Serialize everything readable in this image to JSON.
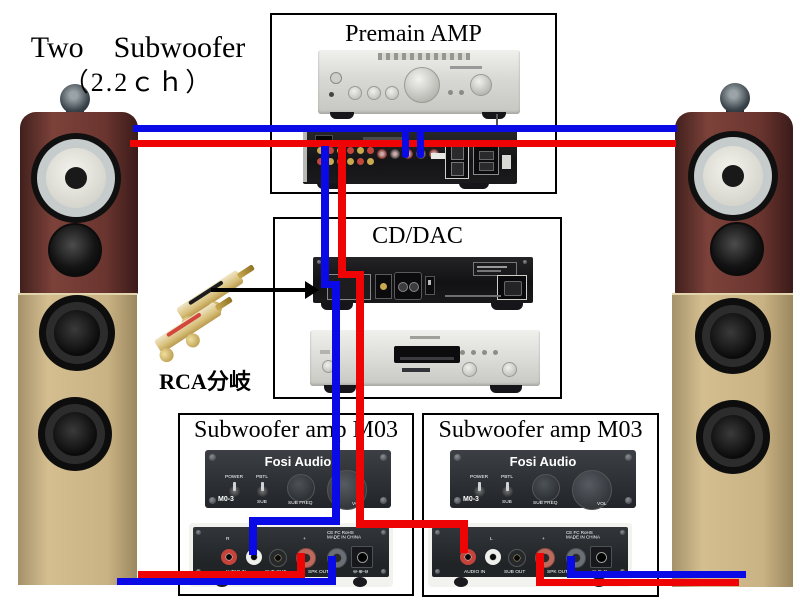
{
  "colors": {
    "wire_blue": "#0a0ae6",
    "wire_red": "#ee0404",
    "box_border": "#000000",
    "rosewood": "#6a332d",
    "tan": "#c9b283",
    "fosi_panel": "#2e3236",
    "silver": "#d8d8d4"
  },
  "title": {
    "line1": "Two　Subwoofer",
    "line2": "（2.2ｃｈ）"
  },
  "premain": {
    "label": "Premain AMP"
  },
  "cddac": {
    "label": "CD/DAC"
  },
  "sub_left": {
    "label": "Subwoofer amp M03"
  },
  "sub_right": {
    "label": "Subwoofer amp M03"
  },
  "rca": {
    "label": "RCA分岐"
  },
  "fosi": {
    "brand": "Fosi Audio",
    "model": "M0-3",
    "power": "POWER",
    "pbtl": "PBTL",
    "sub": "SUB",
    "sub_freq": "SUB FREQ",
    "vol": "VOL",
    "right": "R",
    "left": "L",
    "plus": "+",
    "minus": "-",
    "audio_in": "AUDIO IN",
    "sub_out": "SUB OUT",
    "spk_out": "SPK OUT",
    "cert": "CE FC RoHS",
    "made": "MADE IN CHINA",
    "dc": "⊖-⊕-⊖"
  }
}
